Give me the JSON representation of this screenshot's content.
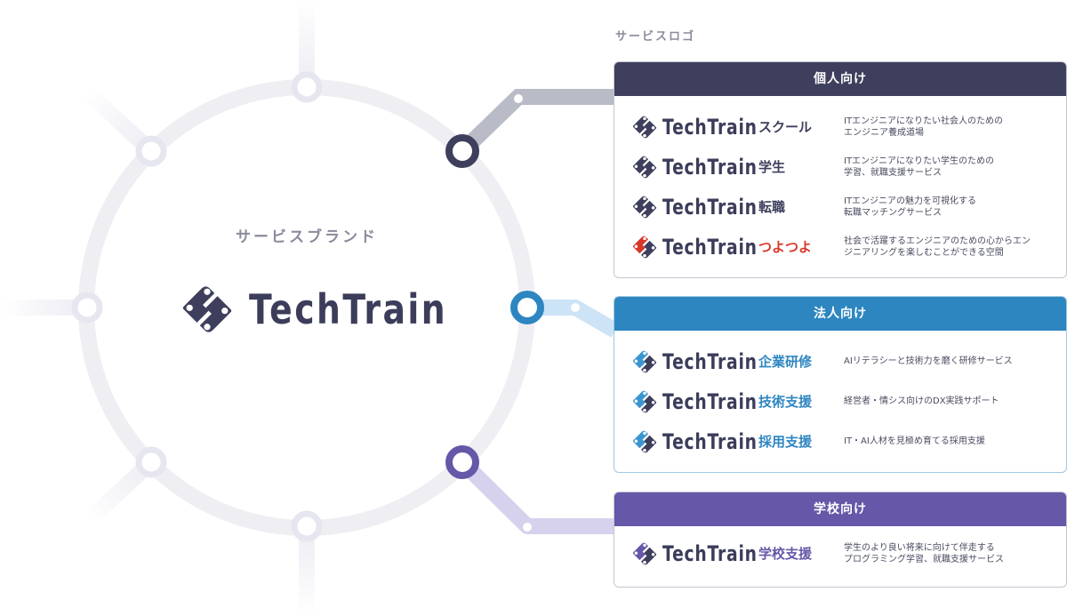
{
  "colors": {
    "navy": "#3d3f5c",
    "blue": "#2e86c1",
    "purple": "#6657a8",
    "red": "#d9362b",
    "ring": "#efeff3",
    "ring_node": "#e6e6f0",
    "navy_line": "#b9bbc6",
    "blue_line": "#cde3f6",
    "purple_line": "#d6d1ec"
  },
  "brand": {
    "label": "サービスブランド",
    "name": "TechTrain"
  },
  "logos_section": {
    "label": "サービスロゴ"
  },
  "groups": {
    "personal": {
      "title": "個人向け",
      "color": "#3d3f5c",
      "services": [
        {
          "word": "TechTrain",
          "sub": "スクール",
          "sub_color": "#3d3f5c",
          "icon_accent": "#3d3f5c",
          "desc": "ITエンジニアになりたい社会人のための\nエンジニア養成道場"
        },
        {
          "word": "TechTrain",
          "sub": "学生",
          "sub_color": "#3d3f5c",
          "icon_accent": "#3d3f5c",
          "desc": "ITエンジニアになりたい学生のための\n学習、就職支援サービス"
        },
        {
          "word": "TechTrain",
          "sub": "転職",
          "sub_color": "#3d3f5c",
          "icon_accent": "#3d3f5c",
          "desc": "ITエンジニアの魅力を可視化する\n転職マッチングサービス"
        },
        {
          "word": "TechTrain",
          "sub": "つよつよ",
          "sub_color": "#d9362b",
          "icon_accent": "#d9362b",
          "desc": "社会で活躍するエンジニアのための心からエン\nジニアリングを楽しむことができる空間"
        }
      ]
    },
    "corporate": {
      "title": "法人向け",
      "color": "#2e86c1",
      "services": [
        {
          "word": "TechTrain",
          "sub": "企業研修",
          "sub_color": "#2e86c1",
          "icon_accent": "#3a96d0",
          "desc": "AIリテラシーと技術力を磨く研修サービス"
        },
        {
          "word": "TechTrain",
          "sub": "技術支援",
          "sub_color": "#2e86c1",
          "icon_accent": "#3a96d0",
          "desc": "経営者・情シス向けのDX実践サポート"
        },
        {
          "word": "TechTrain",
          "sub": "採用支援",
          "sub_color": "#2e86c1",
          "icon_accent": "#3a96d0",
          "desc": "IT・AI人材を見極め育てる採用支援"
        }
      ]
    },
    "school": {
      "title": "学校向け",
      "color": "#6657a8",
      "services": [
        {
          "word": "TechTrain",
          "sub": "学校支援",
          "sub_color": "#6657a8",
          "icon_accent": "#6657a8",
          "desc": "学生のより良い将来に向けて伴走する\nプログラミング学習、就職支援サービス"
        }
      ]
    }
  }
}
